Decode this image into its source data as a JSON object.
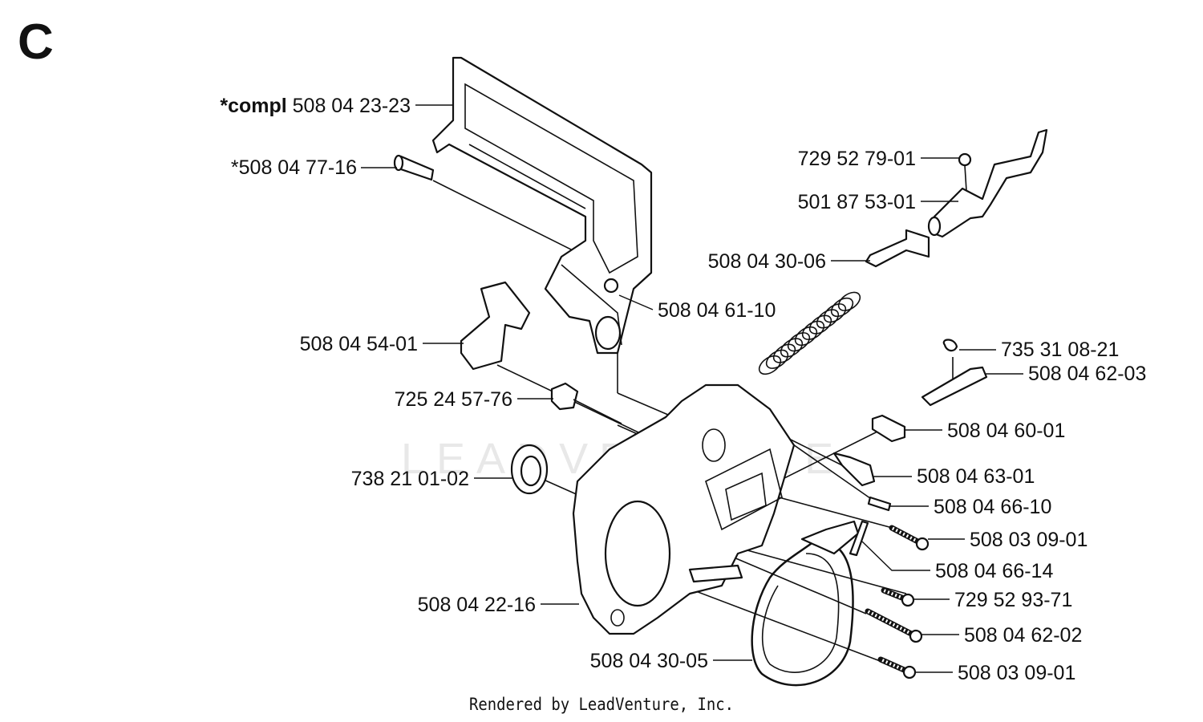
{
  "section_letter": "C",
  "watermark": "LEADVENTURE",
  "footer": "Rendered by LeadVenture, Inc.",
  "parts": [
    {
      "id": "compl",
      "prefix": "*compl",
      "number": "508 04 23-23"
    },
    {
      "id": "p1",
      "prefix": "",
      "number": "*508 04 77-16"
    },
    {
      "id": "p2",
      "prefix": "",
      "number": "729 52 79-01"
    },
    {
      "id": "p3",
      "prefix": "",
      "number": "501 87 53-01"
    },
    {
      "id": "p4",
      "prefix": "",
      "number": "508 04 30-06"
    },
    {
      "id": "p5",
      "prefix": "",
      "number": "508 04 61-10"
    },
    {
      "id": "p6",
      "prefix": "",
      "number": "508 04 54-01"
    },
    {
      "id": "p7",
      "prefix": "",
      "number": "735 31 08-21"
    },
    {
      "id": "p8",
      "prefix": "",
      "number": "508 04 62-03"
    },
    {
      "id": "p9",
      "prefix": "",
      "number": "725 24 57-76"
    },
    {
      "id": "p10",
      "prefix": "",
      "number": "508 04 60-01"
    },
    {
      "id": "p11",
      "prefix": "",
      "number": "738 21 01-02"
    },
    {
      "id": "p12",
      "prefix": "",
      "number": "508 04 63-01"
    },
    {
      "id": "p13",
      "prefix": "",
      "number": "508 04 66-10"
    },
    {
      "id": "p14",
      "prefix": "",
      "number": "508 03 09-01"
    },
    {
      "id": "p15",
      "prefix": "",
      "number": "508 04 66-14"
    },
    {
      "id": "p16",
      "prefix": "",
      "number": "729 52 93-71"
    },
    {
      "id": "p17",
      "prefix": "",
      "number": "508 04 22-16"
    },
    {
      "id": "p18",
      "prefix": "",
      "number": "508 04 62-02"
    },
    {
      "id": "p19",
      "prefix": "",
      "number": "508 04 30-05"
    },
    {
      "id": "p20",
      "prefix": "",
      "number": "508 03 09-01"
    }
  ]
}
